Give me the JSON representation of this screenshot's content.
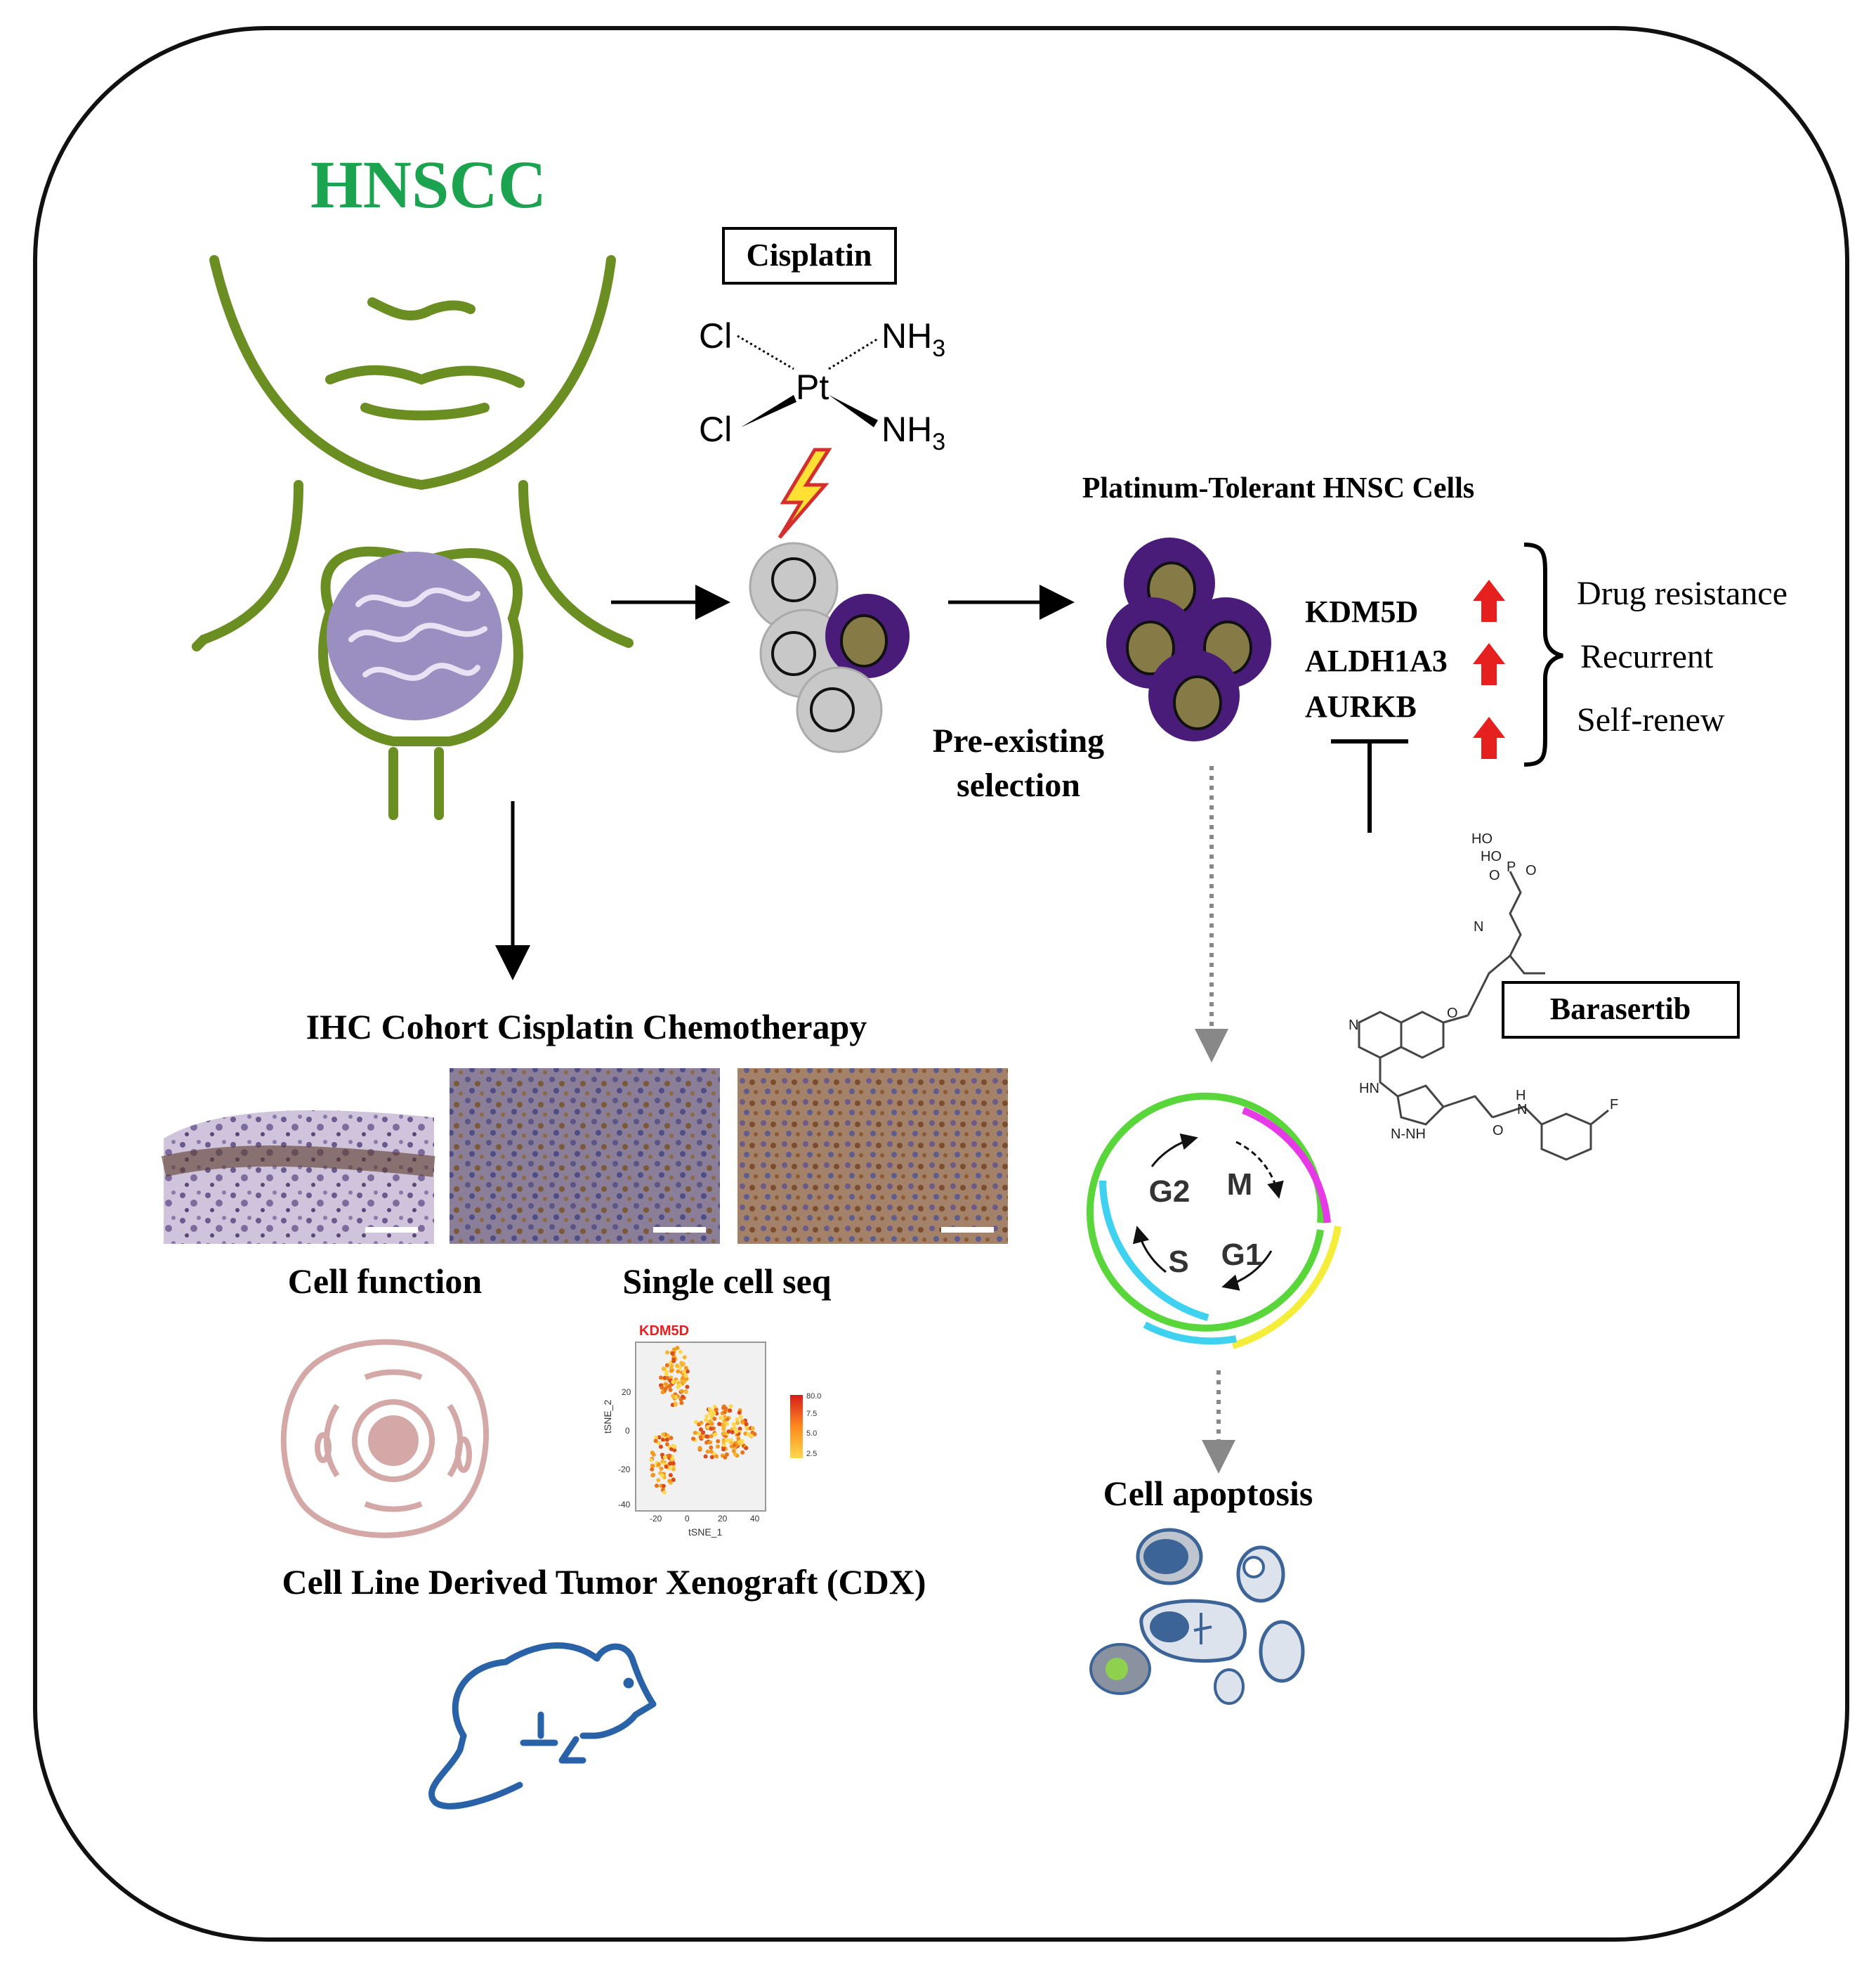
{
  "title": "HNSCC",
  "cisplatin": {
    "label": "Cisplatin",
    "cl_top": "Cl",
    "cl_bottom": "Cl",
    "pt": "Pt",
    "nh3_top": "NH",
    "nh3_bottom": "NH",
    "subscript": "3"
  },
  "preexisting": {
    "line1": "Pre-existing",
    "line2": "selection"
  },
  "tolerant_title": "Platinum-Tolerant  HNSC Cells",
  "genes": [
    "KDM5D",
    "ALDH1A3",
    "AURKB"
  ],
  "effects": [
    "Drug resistance",
    "Recurrent",
    "Self-renew"
  ],
  "barasertib": {
    "label": "Barasertib",
    "atoms": {
      "ho1": "HO",
      "ho2": "HO",
      "o1": "O",
      "p": "P",
      "o2": "O",
      "n1": "N",
      "n2": "N",
      "o3": "O",
      "hn": "HN",
      "nnh": "N-NH",
      "o4": "O",
      "h": "H",
      "n3": "N",
      "f": "F"
    }
  },
  "cell_cycle": {
    "g2": "G2",
    "m": "M",
    "s": "S",
    "g1": "G1"
  },
  "apoptosis_label": "Cell apoptosis",
  "ihc_title": "IHC Cohort Cisplatin Chemotherapy",
  "cell_function": "Cell function",
  "single_cell_seq": "Single cell seq",
  "tsne": {
    "title": "KDM5D",
    "xlabel": "tSNE_1",
    "ylabel": "tSNE_2",
    "x_ticks": [
      "-20",
      "0",
      "20",
      "40"
    ],
    "y_ticks": [
      "20",
      "0",
      "-20",
      "-40"
    ],
    "legend_ticks": [
      "80.0",
      "7.5",
      "5.0",
      "2.5"
    ]
  },
  "cdx": "Cell Line Derived Tumor Xenograft (CDX)",
  "colors": {
    "title_green": "#1ca350",
    "anatomy_green": "#6b8e23",
    "tumor_purple": "#9b8fc1",
    "cell_purple": "#4a1c7a",
    "cell_nucleus": "#867a46",
    "up_arrow_red": "#e6201f",
    "bolt_yellow": "#ffe033",
    "bolt_outline": "#d32f2f",
    "cycle_green": "#59d63a",
    "cycle_magenta": "#e63ae6",
    "cycle_cyan": "#3fd2f0",
    "cycle_yellow": "#f4ee3a",
    "apoptosis_blue": "#3c6496",
    "mouse_blue": "#2a62a8",
    "cell_func_pink": "#d4a8a6"
  }
}
